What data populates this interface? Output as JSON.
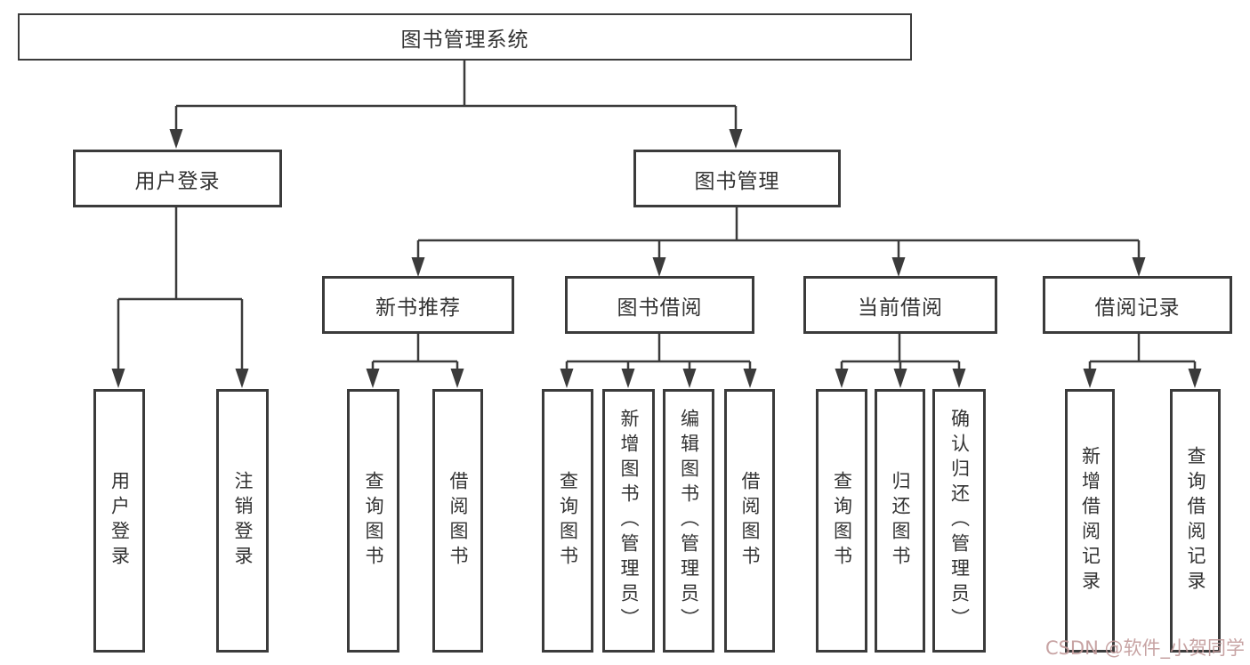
{
  "diagram": {
    "tree": {
      "label": "图书管理系统",
      "children": [
        {
          "label": "用户登录",
          "children": [
            {
              "label": "用户登录"
            },
            {
              "label": "注销登录"
            }
          ]
        },
        {
          "label": "图书管理",
          "children": [
            {
              "label": "新书推荐",
              "children": [
                {
                  "label": "查询图书"
                },
                {
                  "label": "借阅图书"
                }
              ]
            },
            {
              "label": "图书借阅",
              "children": [
                {
                  "label": "查询图书"
                },
                {
                  "label": "新增图书（管理员）"
                },
                {
                  "label": "编辑图书（管理员）"
                },
                {
                  "label": "借阅图书"
                }
              ]
            },
            {
              "label": "当前借阅",
              "children": [
                {
                  "label": "查询图书"
                },
                {
                  "label": "归还图书"
                },
                {
                  "label": "确认归还（管理员）"
                }
              ]
            },
            {
              "label": "借阅记录",
              "children": [
                {
                  "label": "新增借阅记录"
                },
                {
                  "label": "查询借阅记录"
                }
              ]
            }
          ]
        }
      ]
    },
    "colors": {
      "line": "#3b3b3b",
      "box_border": "#3b3b3b",
      "text": "#333333",
      "background": "#ffffff",
      "watermark": "#c29a9a"
    }
  },
  "watermark": {
    "text": "CSDN @软件_小贺同学"
  }
}
